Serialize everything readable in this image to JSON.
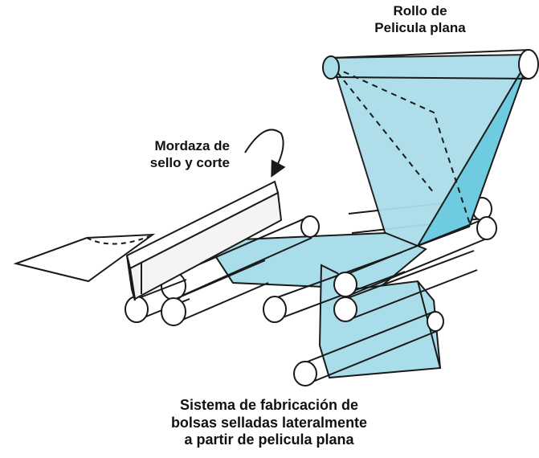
{
  "colors": {
    "film": "#a9dde9",
    "film_dark": "#6ecbe0",
    "line": "#1a1a1a",
    "background": "#ffffff"
  },
  "labels": {
    "roll": [
      "Rollo de",
      "Pelicula plana"
    ],
    "jaw": [
      "Mordaza de",
      "sello y corte"
    ]
  },
  "caption": [
    "Sistema de fabricación de",
    "bolsas selladas lateralmente",
    "a partir de pelicula plana"
  ]
}
